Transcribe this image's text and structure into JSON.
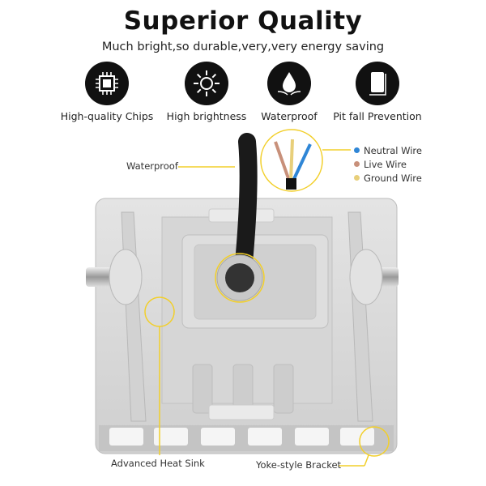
{
  "header": {
    "title": "Superior Quality",
    "subtitle": "Much bright,so durable,very,very energy saving"
  },
  "features": [
    {
      "icon": "chip-icon",
      "label": "High-quality Chips"
    },
    {
      "icon": "sun-icon",
      "label": "High brightness"
    },
    {
      "icon": "water-drop-icon",
      "label": "Waterproof"
    },
    {
      "icon": "phone-shield-icon",
      "label": "Pit fall Prevention"
    }
  ],
  "wires": {
    "legend": [
      {
        "label": "Neutral Wire",
        "color": "#2f86d6"
      },
      {
        "label": "Live Wire",
        "color": "#c8907a"
      },
      {
        "label": "Ground Wire",
        "color": "#e8cf7a"
      }
    ]
  },
  "callouts": {
    "waterproof": "Waterproof",
    "heat_sink": "Advanced Heat Sink",
    "bracket": "Yoke-style Bracket"
  },
  "colors": {
    "accent": "#f2cf2a",
    "body": "#d9d9d9"
  }
}
